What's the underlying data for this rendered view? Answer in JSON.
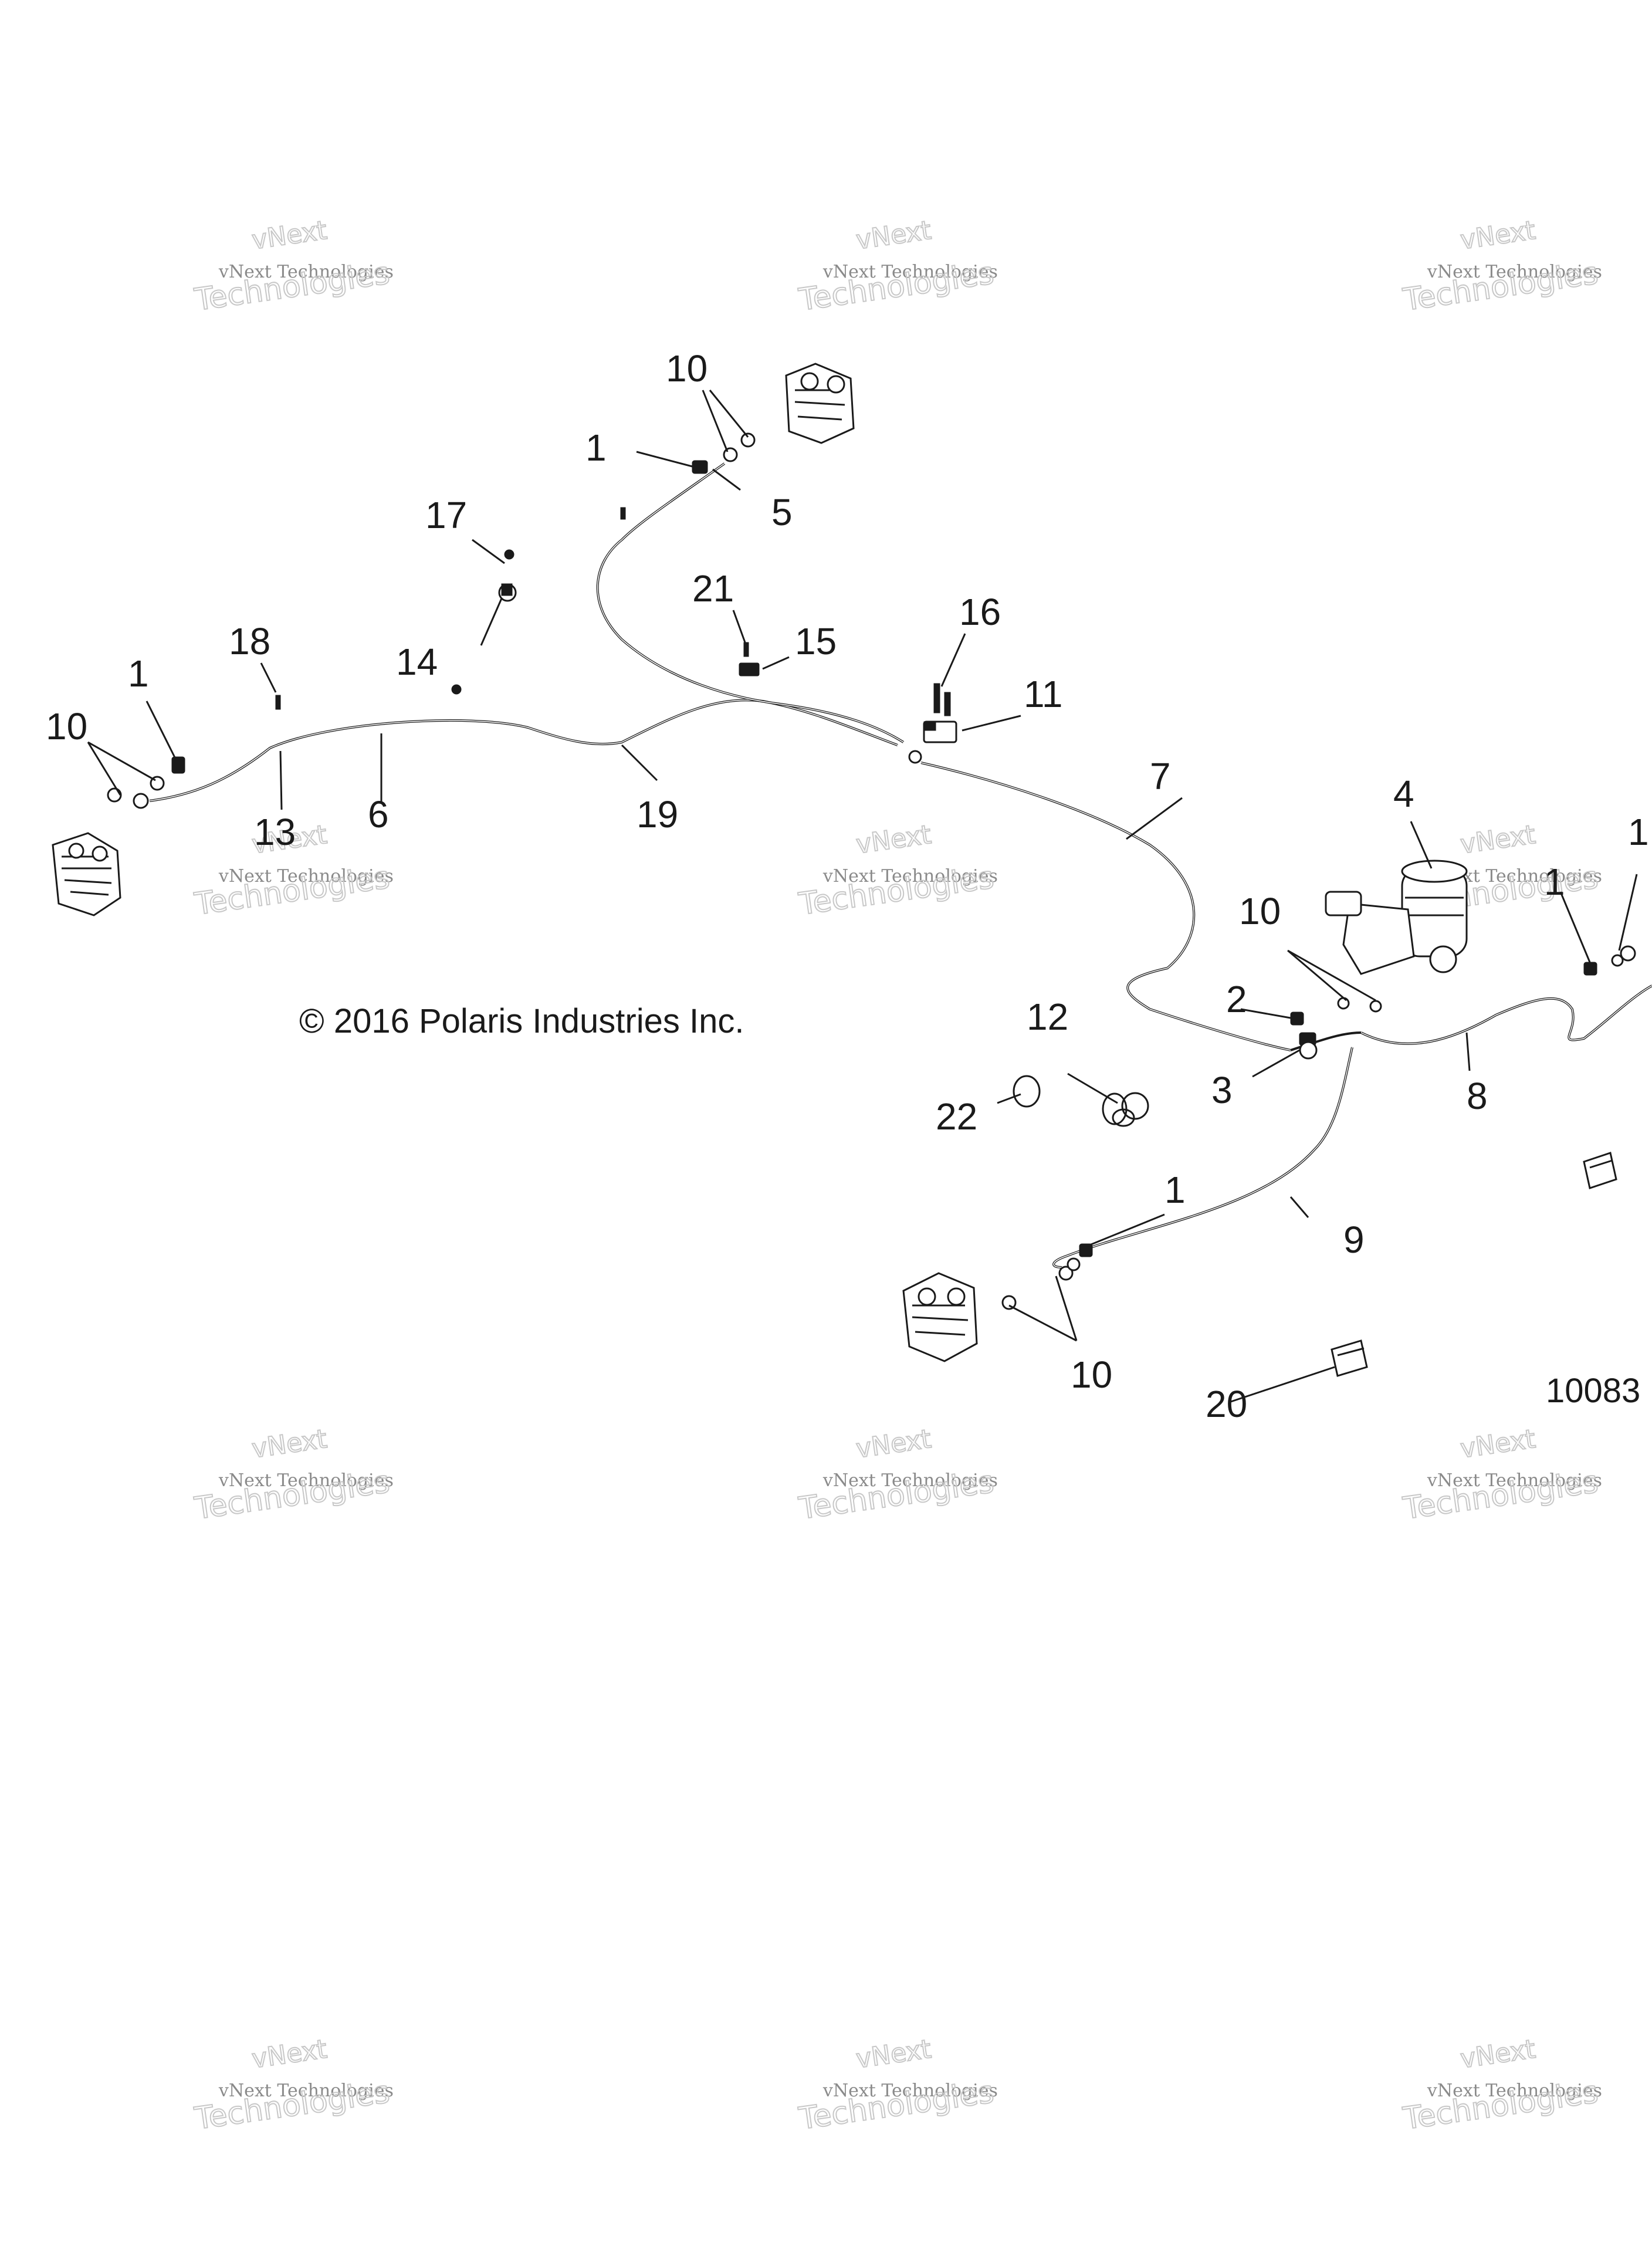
{
  "copyright": "© 2016 Polaris Industries Inc.",
  "diagram_id": "10083",
  "watermark": {
    "line1": "vNext Technologies",
    "line2": "Technologies",
    "top": "vNext"
  },
  "callouts": [
    "1",
    "1",
    "1",
    "1",
    "1",
    "10",
    "10",
    "10",
    "10",
    "5",
    "17",
    "14",
    "21",
    "15",
    "16",
    "11",
    "18",
    "6",
    "19",
    "13",
    "7",
    "4",
    "2",
    "3",
    "8",
    "9",
    "12",
    "22",
    "20"
  ]
}
